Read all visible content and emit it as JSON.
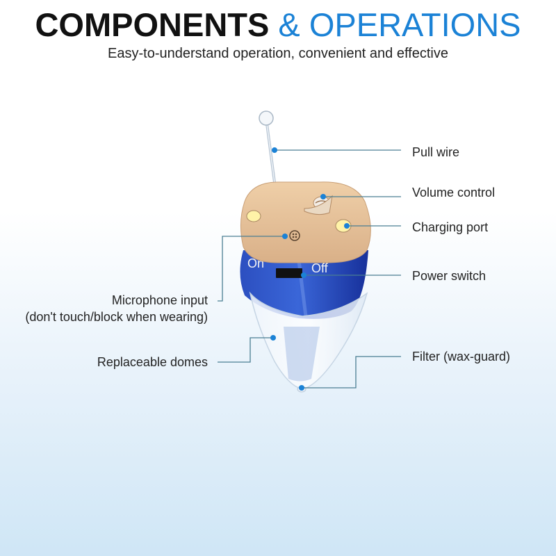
{
  "header": {
    "title_bold": "COMPONENTS",
    "title_accent": "& OPERATIONS",
    "subtitle": "Easy-to-understand operation, convenient and effective"
  },
  "device": {
    "switch_on": "On",
    "switch_off": "Off"
  },
  "labels": {
    "pull_wire": "Pull wire",
    "volume_control": "Volume control",
    "charging_port": "Charging port",
    "power_switch": "Power switch",
    "microphone_line1": "Microphone input",
    "microphone_line2": "(don't touch/block when wearing)",
    "replaceable_domes": "Replaceable domes",
    "filter": "Filter (wax-guard)"
  },
  "colors": {
    "accent": "#1b82d6",
    "faceplate": "#e3bf96",
    "shell": "#1f3fae",
    "leader": "#4a7e92"
  }
}
